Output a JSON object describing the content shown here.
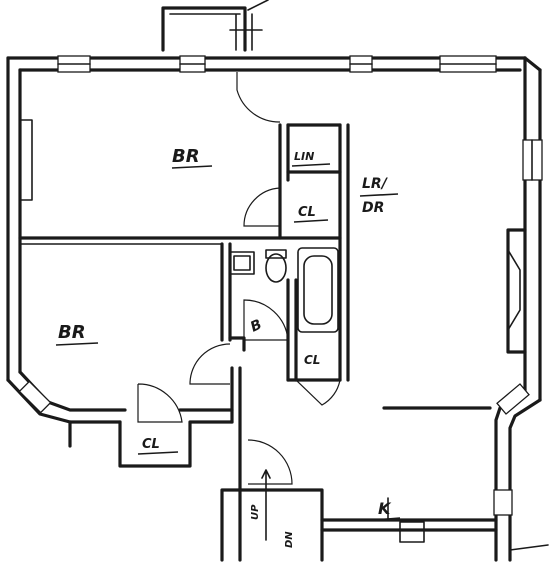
{
  "labels": {
    "br_upper": "BR",
    "br_lower": "BR",
    "lr_di_line1": "LR/",
    "lr_di_line2": "DR",
    "linen_closet": "LIN",
    "cl_upper": "CL",
    "cl_bath": "CL",
    "cl_lower": "CL",
    "b": "B",
    "k": "K",
    "up": "UP",
    "dn": "DN"
  }
}
